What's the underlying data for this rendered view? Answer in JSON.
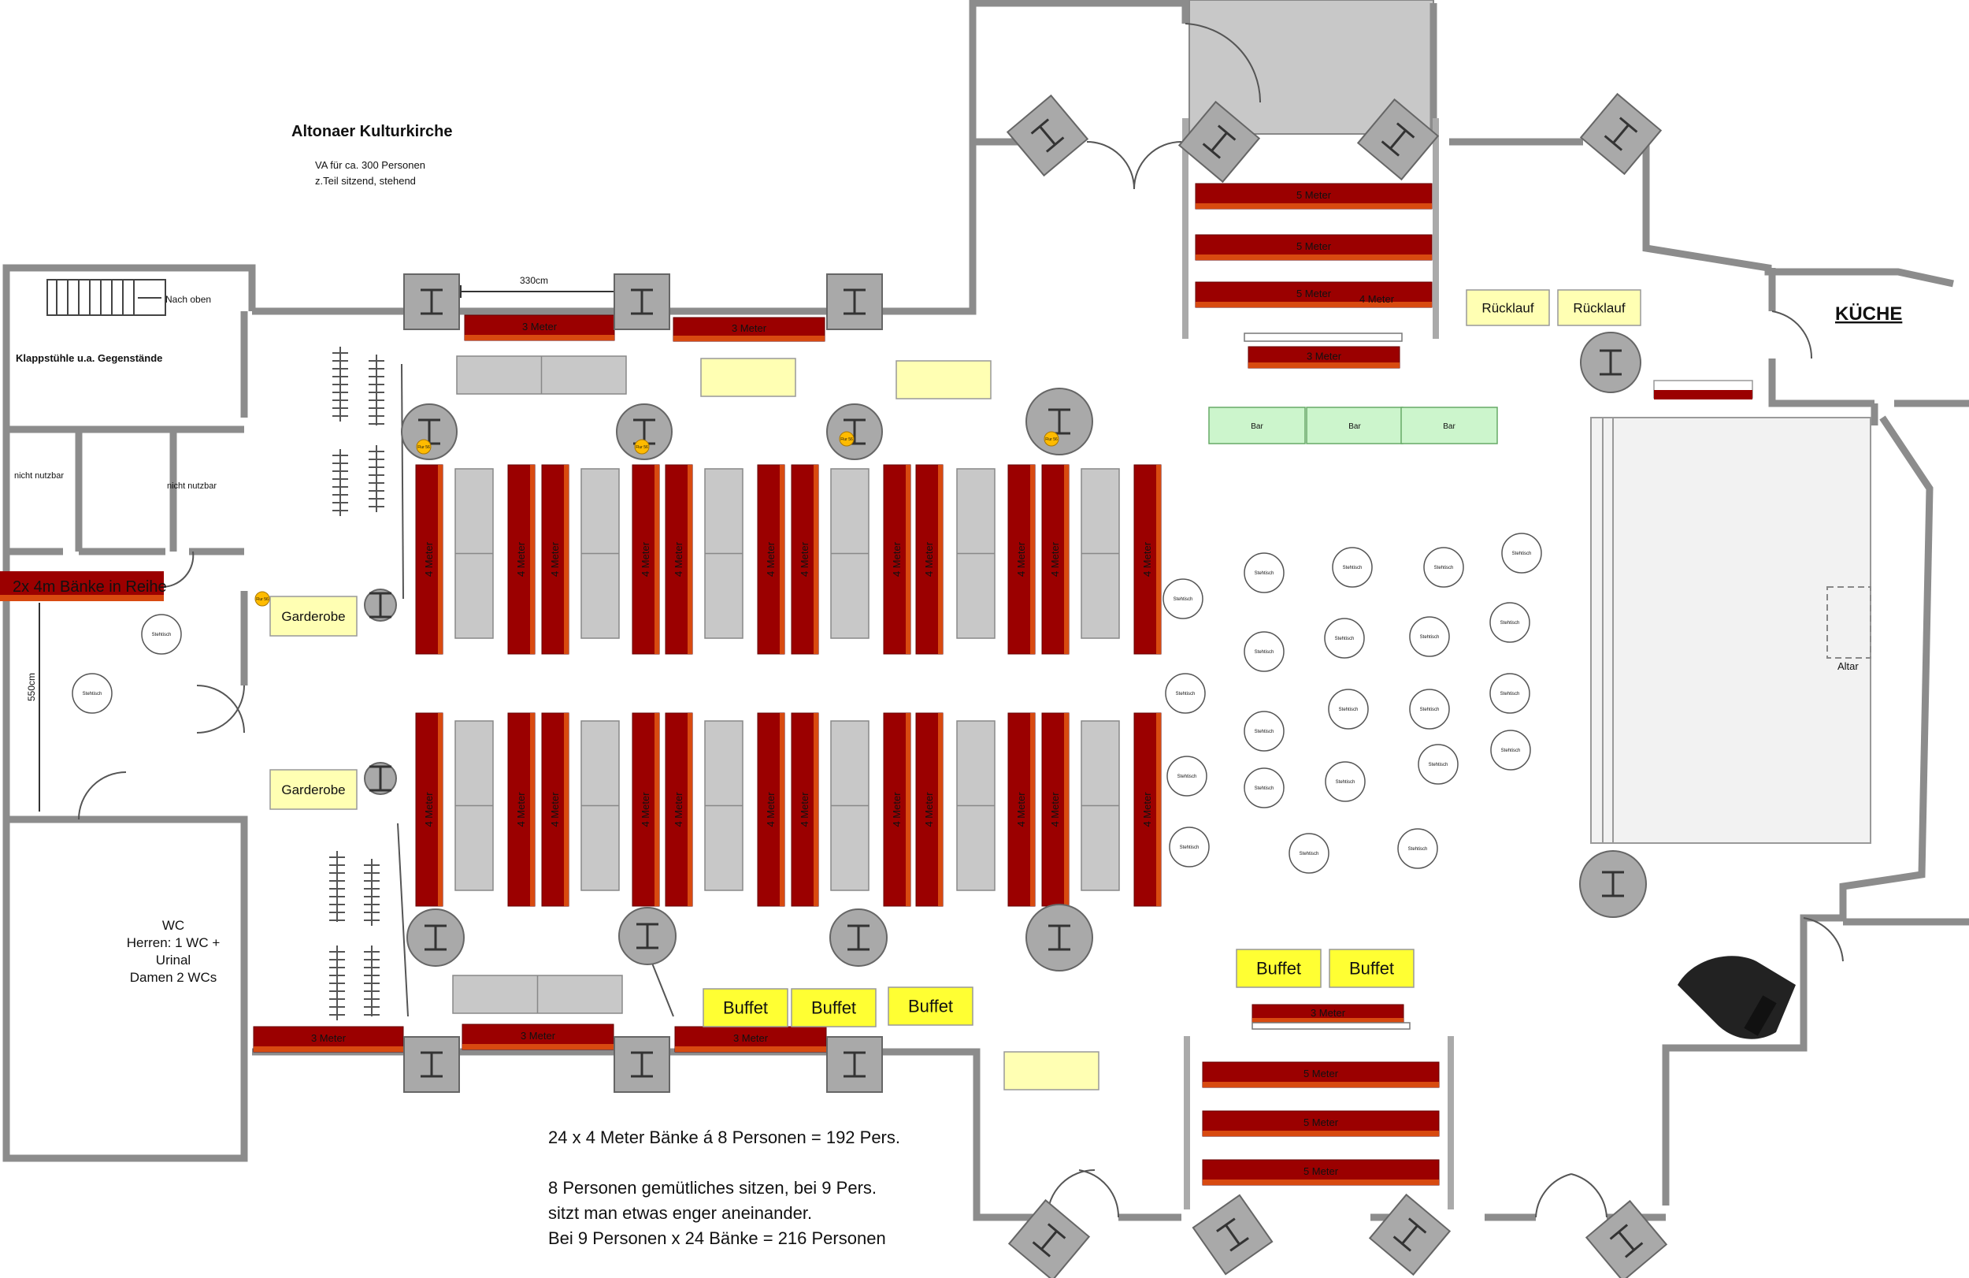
{
  "title": "Altonaer Kulturkirche",
  "subtitle_lines": [
    "VA für ca. 300 Personen",
    "z.Teil sitzend, stehend"
  ],
  "labels": {
    "kitchen": "KÜCHE",
    "storage": "Klappstühle u.a. Gegenstände",
    "stairs": "Nach oben",
    "not_usable": "nicht nutzbar",
    "benches_row": "2x 4m Bänke in Reihe",
    "wardrobe": "Garderobe",
    "return": "Rücklauf",
    "buffet": "Buffet",
    "bar": "Bar",
    "standing_table": "Stehtisch",
    "altar": "Altar",
    "pillar_tag": "Flur 56",
    "wc_lines": [
      "WC",
      "Herren: 1 WC +",
      "Urinal",
      "Damen 2 WCs"
    ]
  },
  "dimensions": {
    "pillar_spacing": "330cm",
    "room_height": "550cm"
  },
  "bench_labels": {
    "three": "3 Meter",
    "four": "4 Meter",
    "five": "5 Meter"
  },
  "notes": [
    "24 x 4 Meter Bänke á 8 Personen = 192 Pers.",
    "",
    "8 Personen gemütliches sitzen, bei 9 Pers.",
    "sitzt man etwas enger aneinander.",
    "Bei 9 Personen x 24 Bänke = 216 Personen"
  ],
  "colors": {
    "wall": "#8c8c8c",
    "pillar": "#a9a9a9",
    "bench_dark": "#9b0000",
    "bench_light": "#d84a10",
    "table_gray": "#c8c8c8",
    "yellow": "#ffff33",
    "pale_yellow": "#ffffb3",
    "bar_green": "#ccf5cc",
    "stage_gray": "#f2f2f2",
    "upper_stage": "#c8c8c8"
  }
}
